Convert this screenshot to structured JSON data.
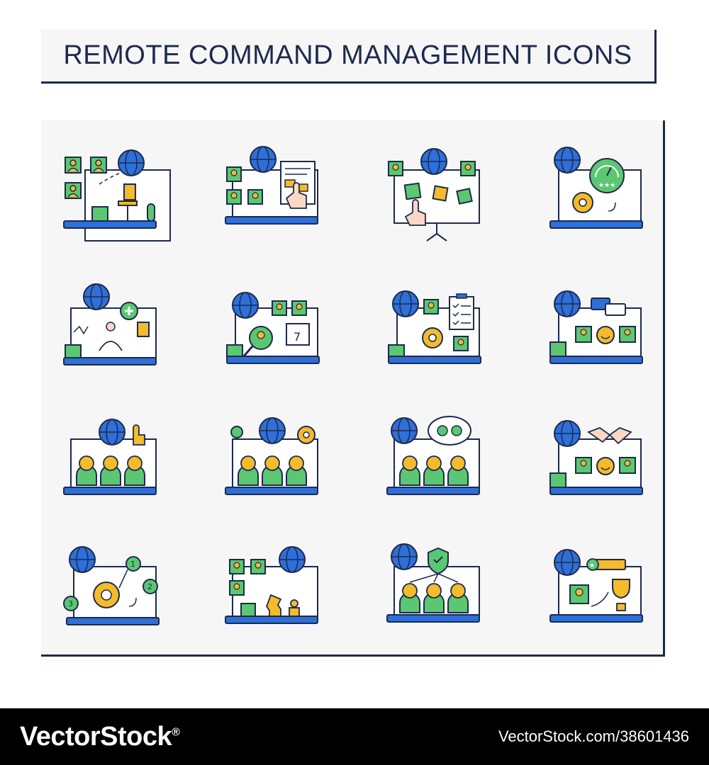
{
  "title": "REMOTE COMMAND MANAGEMENT ICONS",
  "footer": {
    "brand": "VectorStock",
    "brand_mark": "®",
    "credit": "VectorStock.com/38601436"
  },
  "colors": {
    "navy": "#1d2a4c",
    "blue": "#2e6fd8",
    "green": "#5cc773",
    "yellow": "#f4bb2a",
    "panel": "#f6f6f7"
  },
  "icons": [
    {
      "name": "remote-workplace-icon"
    },
    {
      "name": "online-task-board-icon"
    },
    {
      "name": "interactive-whiteboard-icon"
    },
    {
      "name": "performance-rating-icon"
    },
    {
      "name": "wellbeing-meditation-icon"
    },
    {
      "name": "recruiting-schedule-icon"
    },
    {
      "name": "task-checklist-icon"
    },
    {
      "name": "team-communication-icon"
    },
    {
      "name": "team-approval-icon"
    },
    {
      "name": "team-settings-icon"
    },
    {
      "name": "team-discussion-icon"
    },
    {
      "name": "partnership-handshake-icon"
    },
    {
      "name": "workflow-steps-icon"
    },
    {
      "name": "team-strategy-icon"
    },
    {
      "name": "team-protection-icon"
    },
    {
      "name": "team-achievement-icon"
    }
  ]
}
